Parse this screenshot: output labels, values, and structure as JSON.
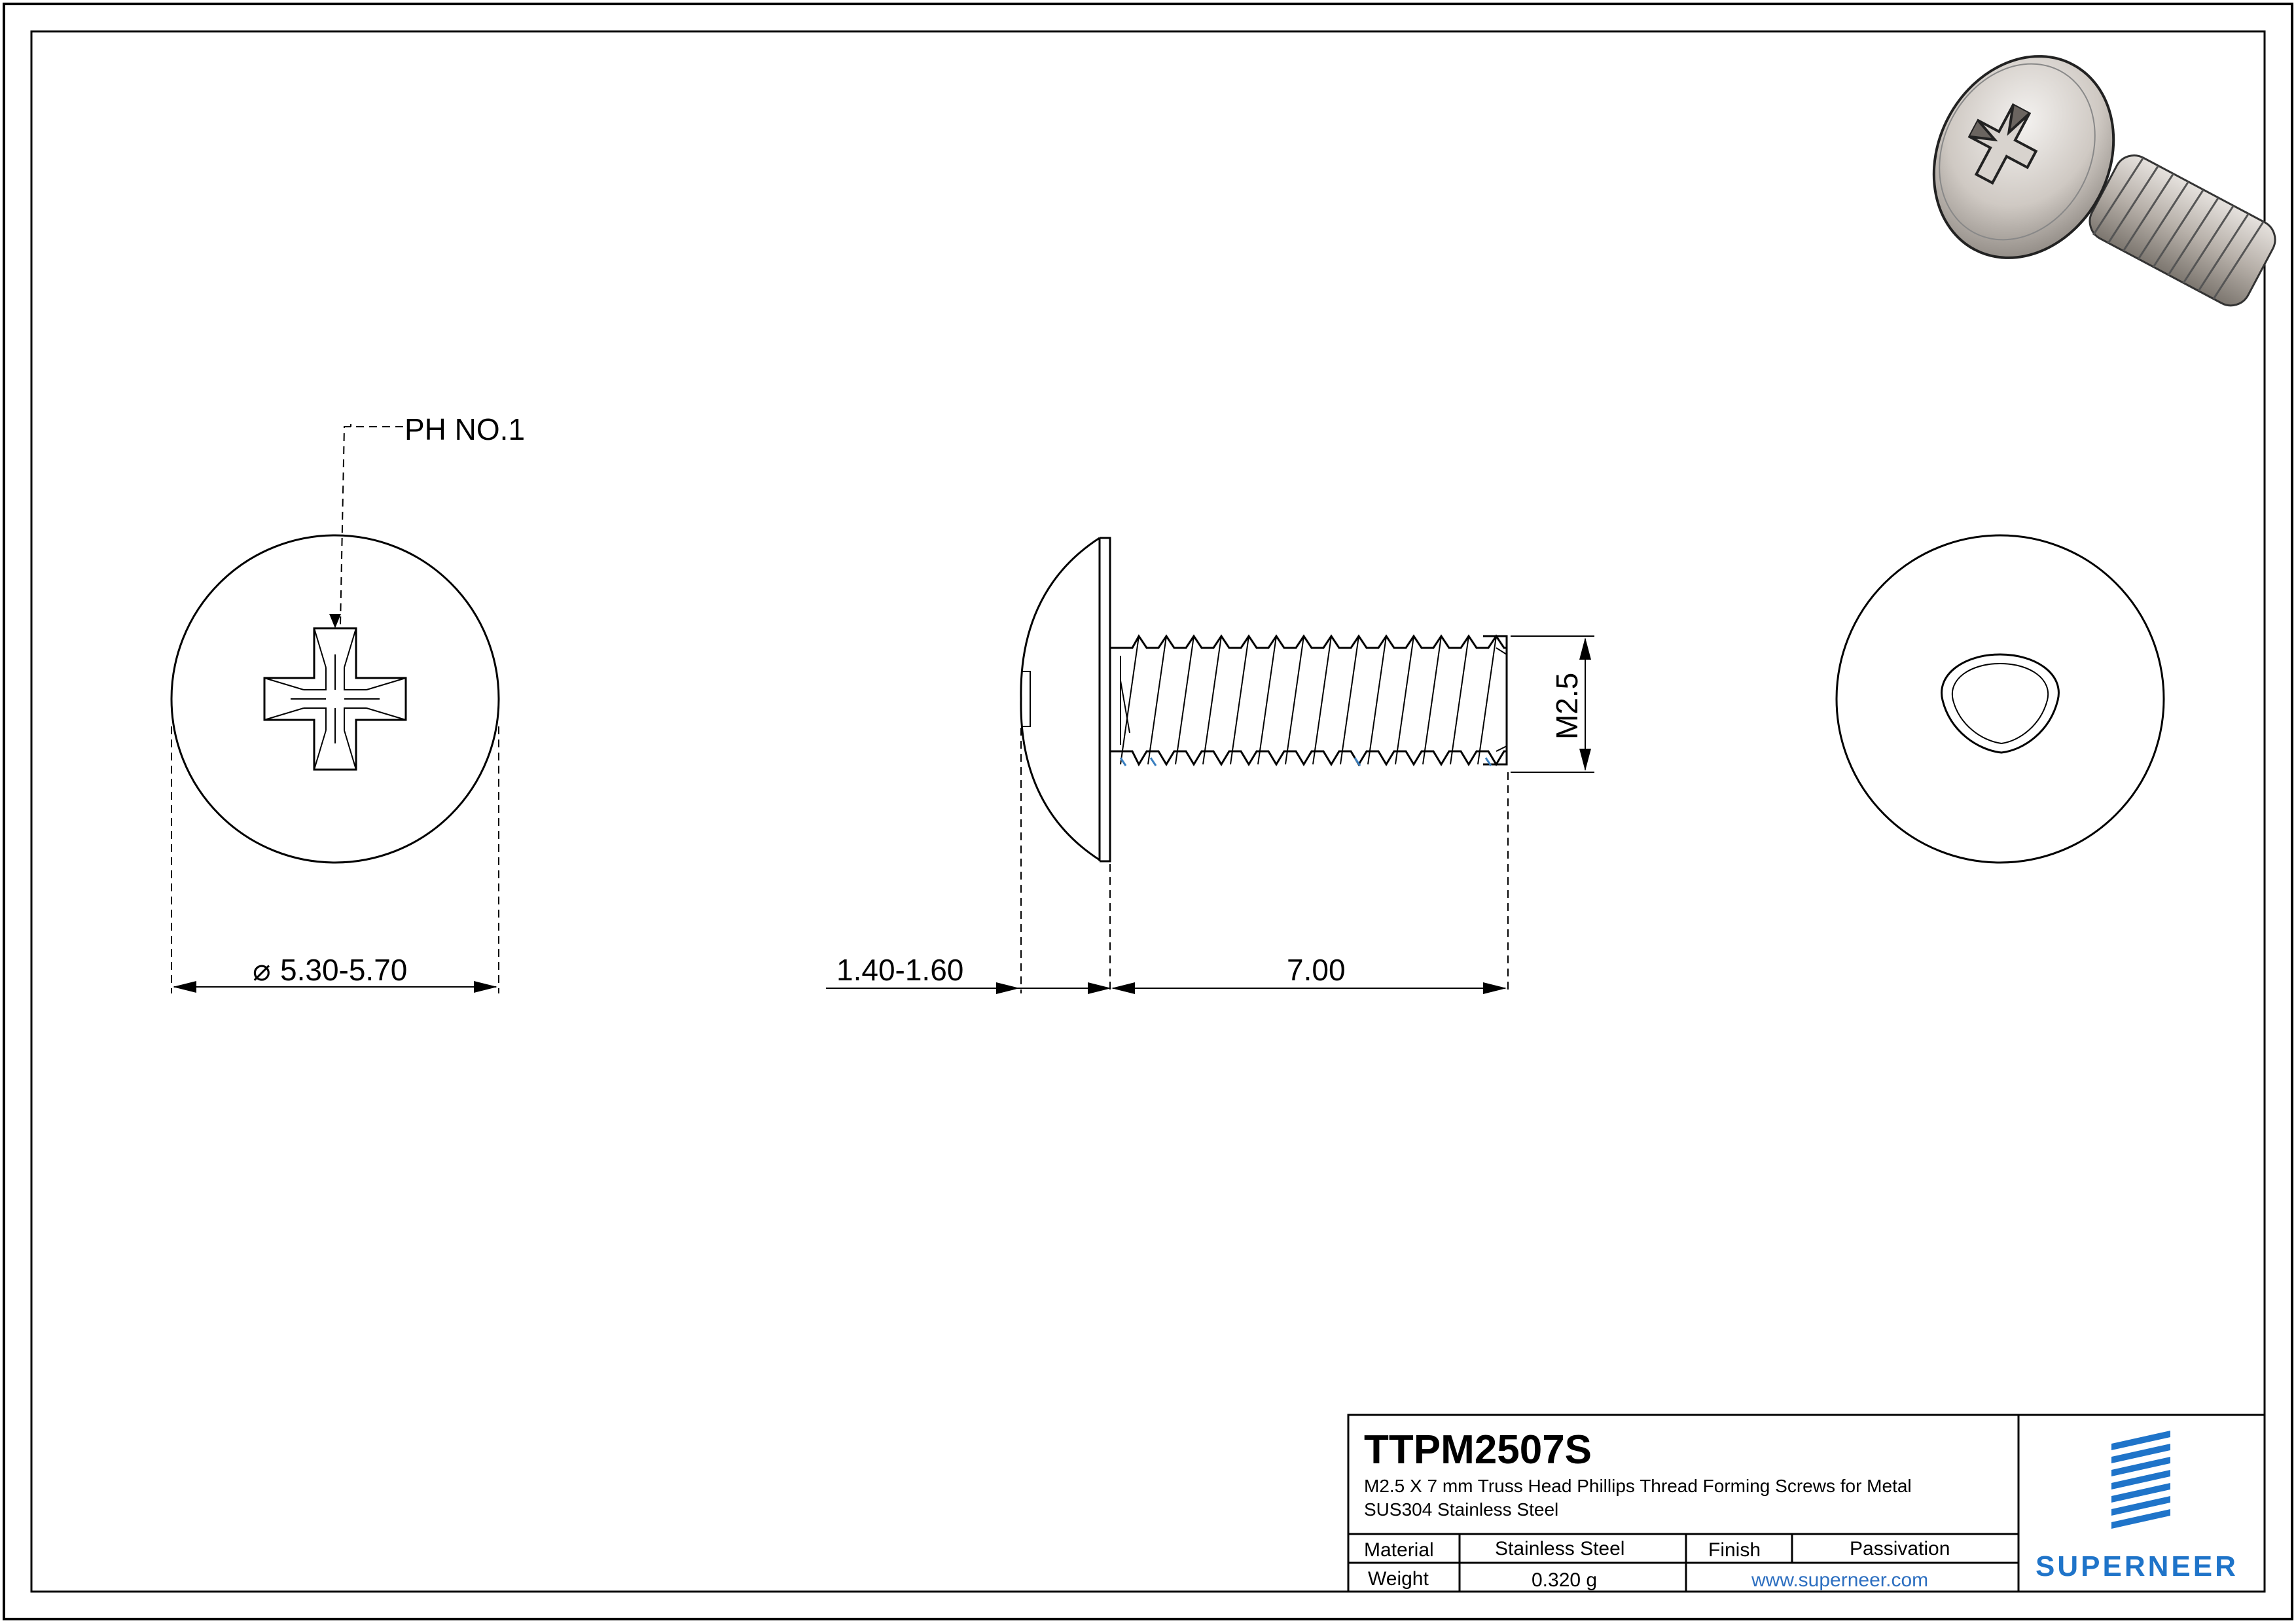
{
  "views": {
    "top": {
      "drive_label": "PH NO.1",
      "diameter_label": "5.30-5.70",
      "diameter_symbol": "⌀"
    },
    "side": {
      "head_height_label": "1.40-1.60",
      "length_label": "7.00",
      "thread_label": "M2.5"
    },
    "bottom": {}
  },
  "title_block": {
    "part_number": "TTPM2507S",
    "description_line1": "M2.5 X 7 mm Truss Head Phillips Thread Forming Screws for Metal",
    "description_line2": "SUS304 Stainless Steel",
    "material_label": "Material",
    "material_value": "Stainless Steel",
    "finish_label": "Finish",
    "finish_value": "Passivation",
    "weight_label": "Weight",
    "weight_value": "0.320 g",
    "website": "www.superneer.com",
    "brand": "SUPERNEER"
  },
  "colors": {
    "line": "#000000",
    "brand_blue": "#1f74c9",
    "link_blue": "#2d6fc0",
    "thread_accent": "#3a7fc0"
  },
  "icons": {
    "logo": "stacked-stripes-logo",
    "render": "screw-3d-render"
  }
}
